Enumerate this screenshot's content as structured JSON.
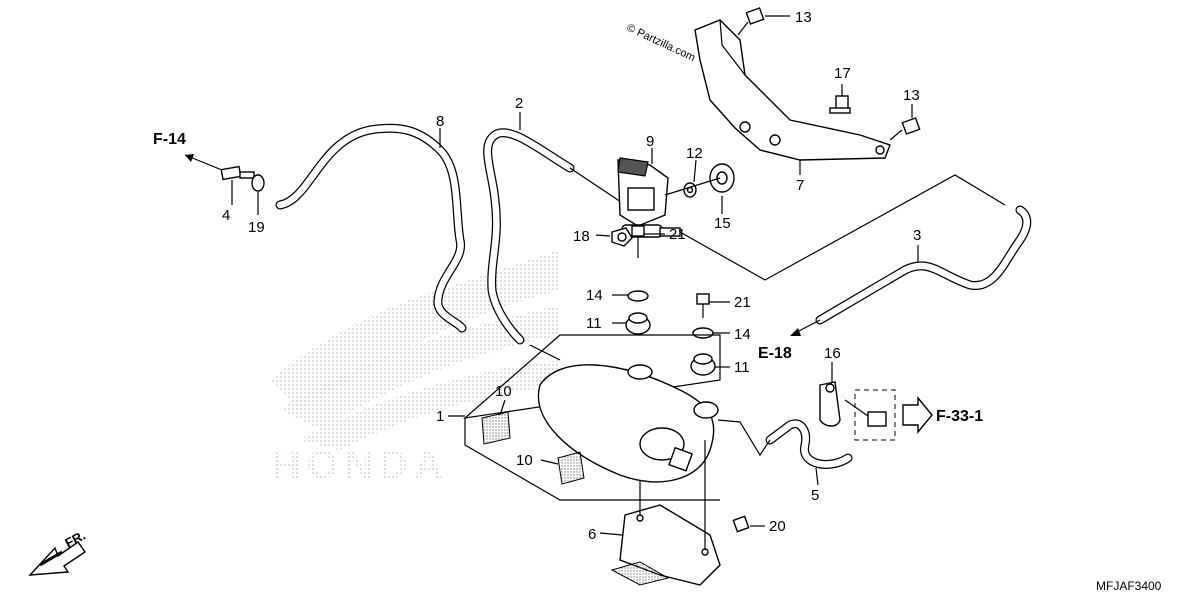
{
  "watermark": {
    "copyright": "© Partzilla.com",
    "brand": "HONDA"
  },
  "part_labels": {
    "p1": "1",
    "p2": "2",
    "p3": "3",
    "p4": "4",
    "p5": "5",
    "p6": "6",
    "p7": "7",
    "p8": "8",
    "p9": "9",
    "p10a": "10",
    "p10b": "10",
    "p11a": "11",
    "p11b": "11",
    "p12": "12",
    "p13a": "13",
    "p13b": "13",
    "p14a": "14",
    "p14b": "14",
    "p15": "15",
    "p16": "16",
    "p17": "17",
    "p18": "18",
    "p19": "19",
    "p20": "20",
    "p21a": "21",
    "p21b": "21"
  },
  "refs": {
    "f14": "F-14",
    "e18": "E-18",
    "f33": "F-33-1"
  },
  "front_label": "FR.",
  "diagram_code": "MFJAF3400"
}
